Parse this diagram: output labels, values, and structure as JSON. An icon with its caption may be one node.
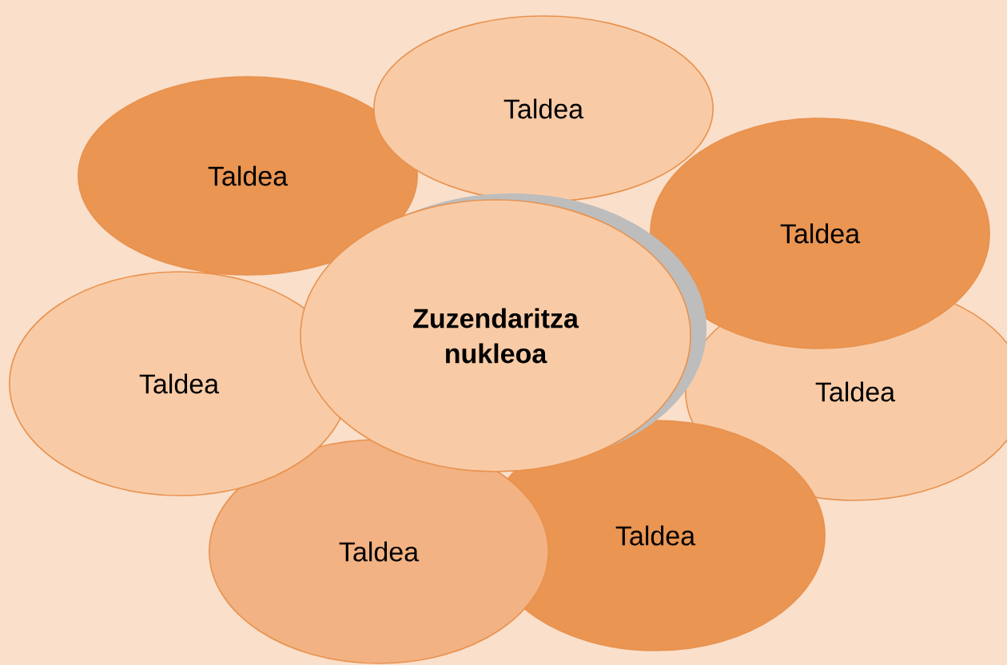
{
  "diagram": {
    "nodes": [
      {
        "text": [
          "Taldea"
        ]
      },
      {
        "text": [
          "Taldea"
        ]
      },
      {
        "text": [
          "Taldea"
        ]
      },
      {
        "text": [
          "Zuzendaritza nukleoa"
        ]
      },
      {
        "text": [
          "Taldea"
        ]
      },
      {
        "text": [
          "Taldea"
        ]
      },
      {
        "text": [
          "Taldea"
        ]
      },
      {
        "text": [
          "Taldea"
        ]
      }
    ]
  }
}
